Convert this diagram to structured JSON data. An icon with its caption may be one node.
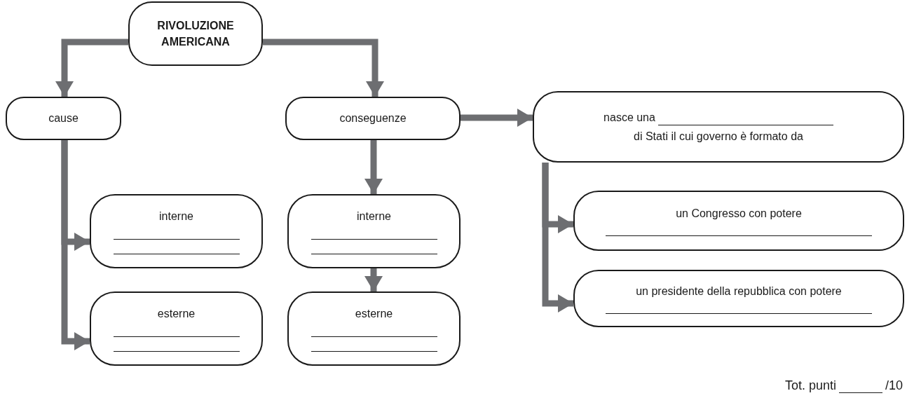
{
  "diagram": {
    "nodes": [
      {
        "text": [
          "RIVOLUZIONE AMERICANA"
        ]
      },
      {
        "text": [
          "cause"
        ]
      },
      {
        "text": [
          "conseguenze"
        ]
      },
      {
        "text": [
          "nasce una",
          "di Stati il cui governo è formato da"
        ]
      },
      {
        "text": [
          "interne"
        ]
      },
      {
        "text": [
          "esterne"
        ]
      },
      {
        "text": [
          "interne"
        ]
      },
      {
        "text": [
          "esterne"
        ]
      },
      {
        "text": [
          "un Congresso con potere"
        ]
      },
      {
        "text": [
          "un presidente della repubblica con potere"
        ]
      }
    ],
    "edges": [
      {
        "from": 0,
        "to": 1,
        "arrow": "to"
      },
      {
        "from": 0,
        "to": 2,
        "arrow": "to"
      },
      {
        "from": 2,
        "to": 3,
        "arrow": "to"
      },
      {
        "from": 2,
        "to": 6,
        "arrow": "to"
      },
      {
        "from": 6,
        "to": 7,
        "arrow": "to"
      },
      {
        "from": 1,
        "to": 4,
        "arrow": "to"
      },
      {
        "from": 1,
        "to": 5,
        "arrow": "to"
      },
      {
        "from": 3,
        "to": 8,
        "arrow": "to"
      },
      {
        "from": 3,
        "to": 9,
        "arrow": "to"
      }
    ],
    "labels": [
      "Tot. punti",
      "/10"
    ]
  }
}
